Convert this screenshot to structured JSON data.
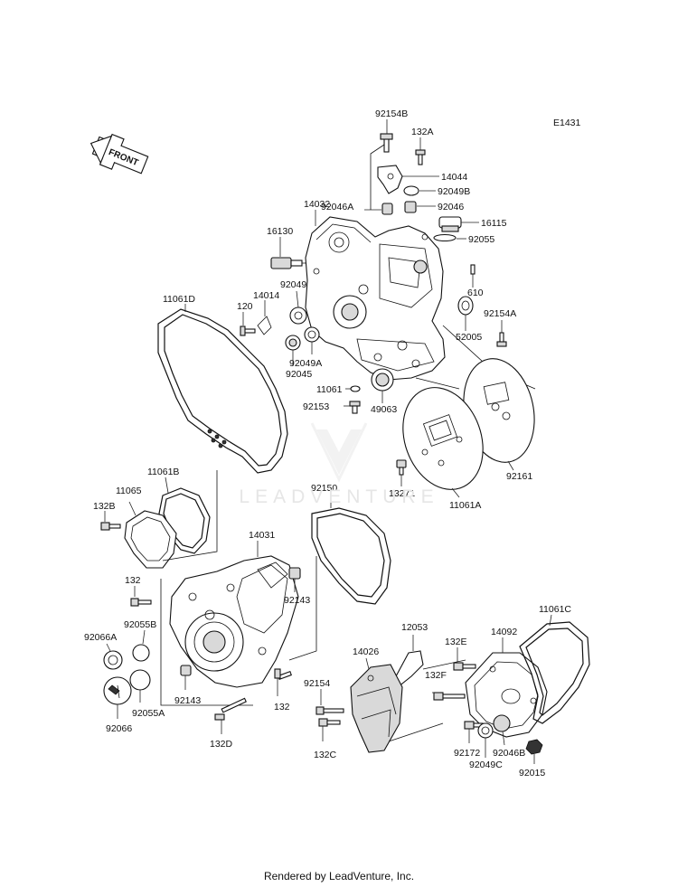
{
  "diagram": {
    "code": "E1431",
    "direction_label": "FRONT",
    "watermark": "LEADVENTURE",
    "footer": "Rendered by LeadVenture, Inc.",
    "labels": [
      {
        "id": "92154B",
        "text": "92154B"
      },
      {
        "id": "132A",
        "text": "132A"
      },
      {
        "id": "14044",
        "text": "14044"
      },
      {
        "id": "92049B",
        "text": "92049B"
      },
      {
        "id": "92046",
        "text": "92046"
      },
      {
        "id": "92046A",
        "text": "92046A"
      },
      {
        "id": "14032",
        "text": "14032"
      },
      {
        "id": "16115",
        "text": "16115"
      },
      {
        "id": "92055",
        "text": "92055"
      },
      {
        "id": "16130",
        "text": "16130"
      },
      {
        "id": "610",
        "text": "610"
      },
      {
        "id": "11061D",
        "text": "11061D"
      },
      {
        "id": "14014",
        "text": "14014"
      },
      {
        "id": "92049",
        "text": "92049"
      },
      {
        "id": "120",
        "text": "120"
      },
      {
        "id": "92154A",
        "text": "92154A"
      },
      {
        "id": "52005",
        "text": "52005"
      },
      {
        "id": "92049A",
        "text": "92049A"
      },
      {
        "id": "92045",
        "text": "92045"
      },
      {
        "id": "11061",
        "text": "11061"
      },
      {
        "id": "92153",
        "text": "92153"
      },
      {
        "id": "49063",
        "text": "49063"
      },
      {
        "id": "92161",
        "text": "92161"
      },
      {
        "id": "11061B",
        "text": "11061B"
      },
      {
        "id": "11065",
        "text": "11065"
      },
      {
        "id": "132B",
        "text": "132B"
      },
      {
        "id": "92150",
        "text": "92150"
      },
      {
        "id": "13271",
        "text": "13271"
      },
      {
        "id": "11061A",
        "text": "11061A"
      },
      {
        "id": "14031",
        "text": "14031"
      },
      {
        "id": "132-top",
        "text": "132"
      },
      {
        "id": "92143-top",
        "text": "92143"
      },
      {
        "id": "92055B",
        "text": "92055B"
      },
      {
        "id": "92066A",
        "text": "92066A"
      },
      {
        "id": "12053",
        "text": "12053"
      },
      {
        "id": "11061C",
        "text": "11061C"
      },
      {
        "id": "14026",
        "text": "14026"
      },
      {
        "id": "132E",
        "text": "132E"
      },
      {
        "id": "14092",
        "text": "14092"
      },
      {
        "id": "92143-bottom",
        "text": "92143"
      },
      {
        "id": "92055A",
        "text": "92055A"
      },
      {
        "id": "92154",
        "text": "92154"
      },
      {
        "id": "132F",
        "text": "132F"
      },
      {
        "id": "132-bottom",
        "text": "132"
      },
      {
        "id": "92066",
        "text": "92066"
      },
      {
        "id": "132D",
        "text": "132D"
      },
      {
        "id": "132C",
        "text": "132C"
      },
      {
        "id": "92172",
        "text": "92172"
      },
      {
        "id": "92046B",
        "text": "92046B"
      },
      {
        "id": "92049C",
        "text": "92049C"
      },
      {
        "id": "92015",
        "text": "92015"
      }
    ]
  }
}
